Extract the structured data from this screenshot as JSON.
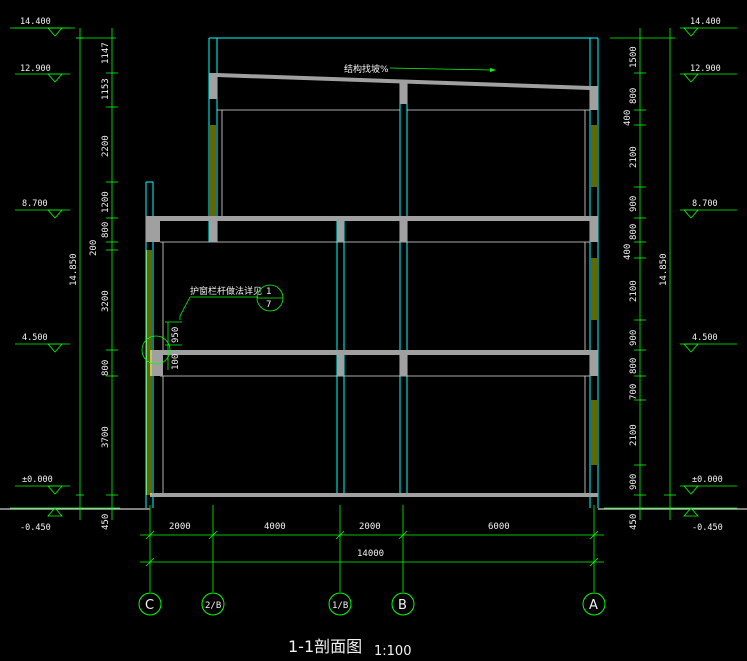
{
  "drawing": {
    "title": "1-1剖面图",
    "scale": "1:100",
    "slope_note": "结构找坡%",
    "detail_note": "护窗栏杆做法详见",
    "detail_ref": {
      "top": "1",
      "bottom": "7"
    },
    "detail_dims": [
      "950",
      "100"
    ],
    "total_height": "14.850",
    "colors": {
      "dim": "#00ff00",
      "wall": "#00ffff",
      "slab": "#a0a0a0",
      "window": "#ffff00",
      "text": "#f2f2f2"
    }
  },
  "elevations_left": [
    "14.400",
    "12.900",
    "8.700",
    "4.500",
    "±0.000",
    "-0.450"
  ],
  "elevations_right": [
    "14.400",
    "12.900",
    "8.700",
    "4.500",
    "±0.000",
    "-0.450"
  ],
  "left_dims": [
    "1147",
    "1153",
    "2200",
    "1200",
    "800",
    "200",
    "3200",
    "800",
    "3700",
    "450"
  ],
  "right_dims": [
    "1500",
    "800",
    "400",
    "2100",
    "900",
    "800",
    "400",
    "2100",
    "900",
    "800",
    "700",
    "2100",
    "900",
    "450"
  ],
  "bottom_dims": {
    "segments": [
      "2000",
      "4000",
      "2000",
      "6000"
    ],
    "total": "14000"
  },
  "axes": [
    "C",
    "2/B",
    "1/B",
    "B",
    "A"
  ]
}
